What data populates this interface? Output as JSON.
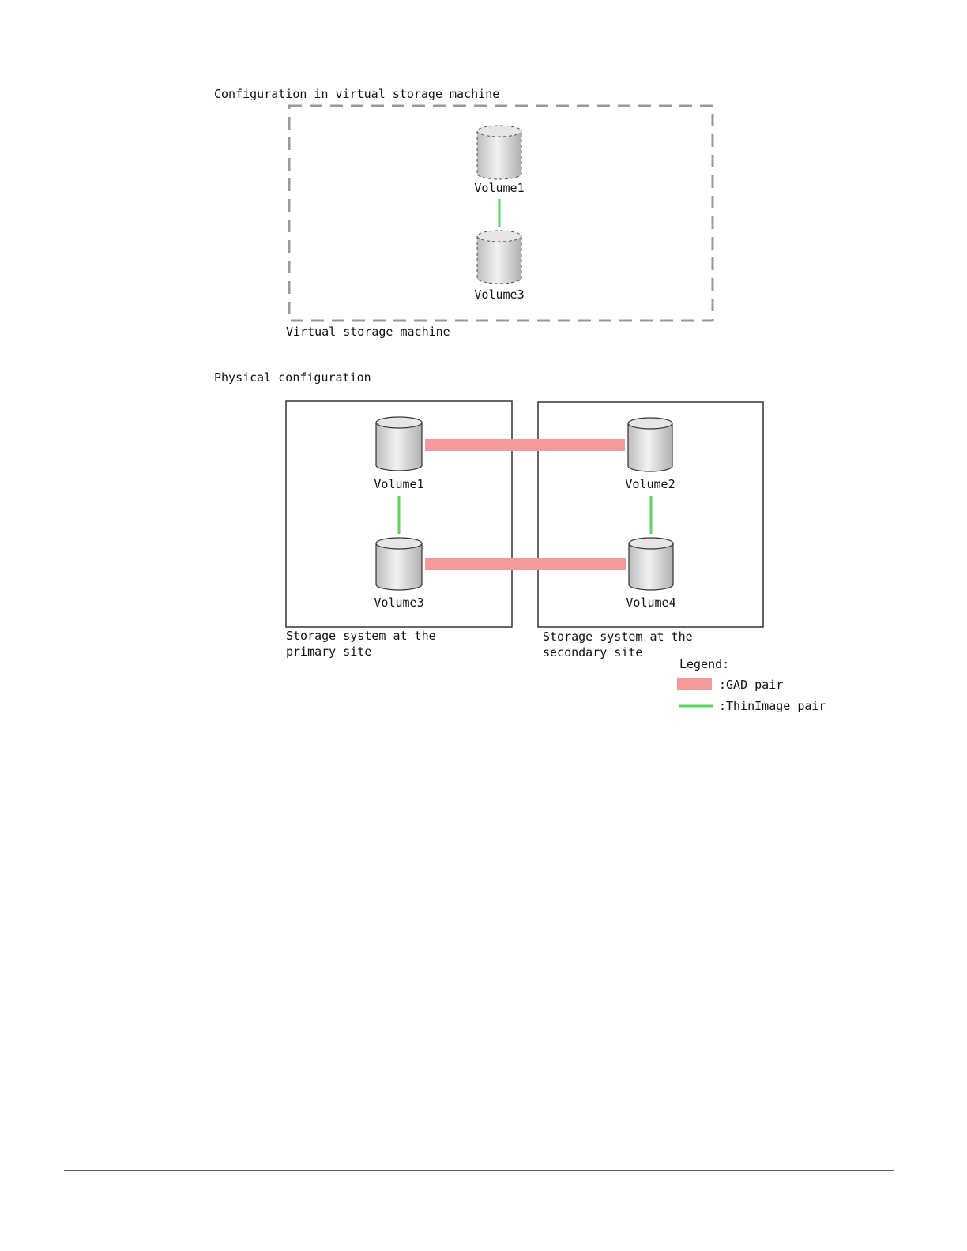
{
  "virtual_section": {
    "title": "Configuration in virtual storage machine",
    "box_label": "Virtual storage machine",
    "volumes": [
      "Volume1",
      "Volume3"
    ]
  },
  "physical_section": {
    "title": "Physical configuration",
    "primary": {
      "label_line1": "Storage system at the",
      "label_line2": "primary site",
      "volumes": [
        "Volume1",
        "Volume3"
      ]
    },
    "secondary": {
      "label_line1": "Storage system at the",
      "label_line2": "secondary site",
      "volumes": [
        "Volume2",
        "Volume4"
      ]
    }
  },
  "legend": {
    "title": "Legend:",
    "gad_label": ":GAD pair",
    "thinimage_label": ":ThinImage pair"
  },
  "colors": {
    "gad_pair": "#f4999c",
    "thinimage_pair": "#5ed35e",
    "dashed_box": "#999999",
    "cylinder_fill": "#d9d9d9"
  }
}
